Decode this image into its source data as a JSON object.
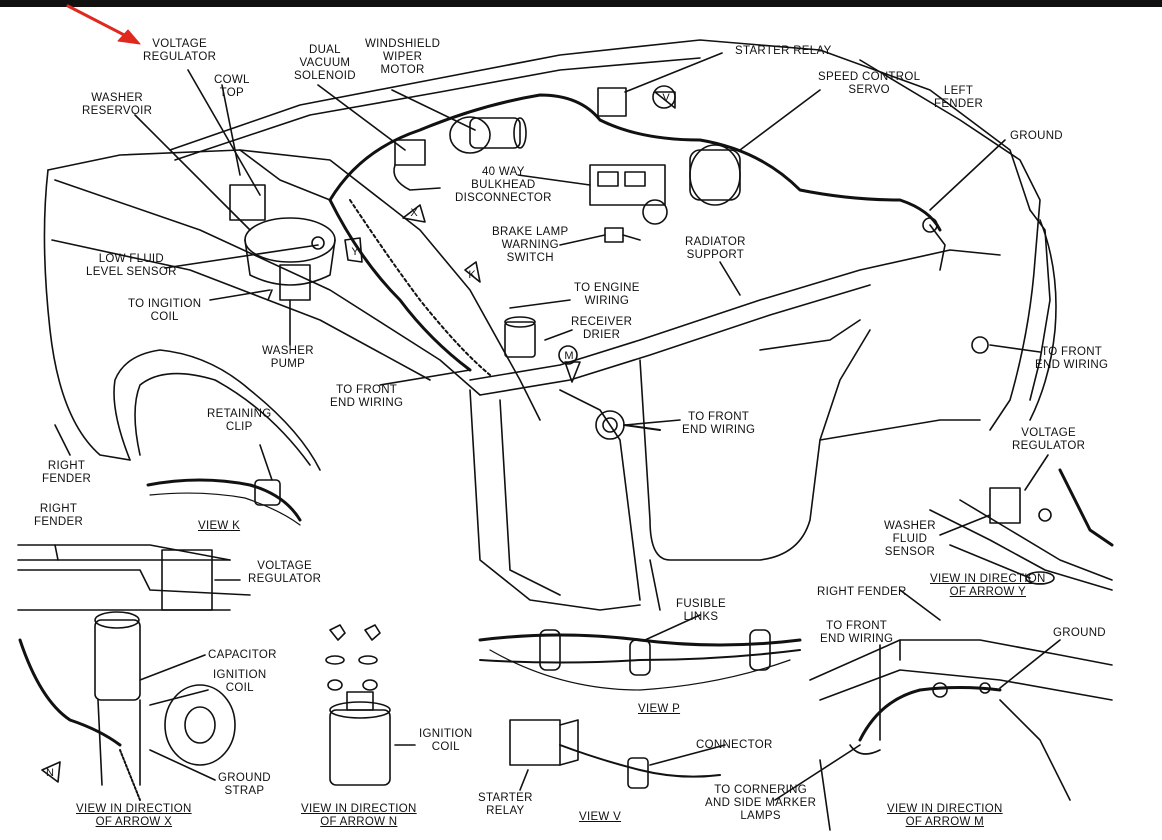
{
  "labels": {
    "voltage_regulator_top": [
      "VOLTAGE",
      "REGULATOR"
    ],
    "cowl_top": [
      "COWL",
      "TOP"
    ],
    "washer_reservoir": [
      "WASHER",
      "RESERVOIR"
    ],
    "dual_vacuum_solenoid": [
      "DUAL",
      "VACUUM",
      "SOLENOID"
    ],
    "windshield_wiper_motor": [
      "WINDSHIELD",
      "WIPER",
      "MOTOR"
    ],
    "starter_relay_top": [
      "STARTER RELAY"
    ],
    "speed_control_servo": [
      "SPEED CONTROL",
      "SERVO"
    ],
    "left_fender": [
      "LEFT",
      "FENDER"
    ],
    "ground_top": [
      "GROUND"
    ],
    "bulkhead_disconnector": [
      "40 WAY",
      "BULKHEAD",
      "DISCONNECTOR"
    ],
    "brake_lamp_switch": [
      "BRAKE LAMP",
      "WARNING",
      "SWITCH"
    ],
    "radiator_support": [
      "RADIATOR",
      "SUPPORT"
    ],
    "low_fluid_level_sensor": [
      "LOW FLUID",
      "LEVEL SENSOR"
    ],
    "to_ignition_coil": [
      "TO INGITION",
      "COIL"
    ],
    "to_engine_wiring": [
      "TO ENGINE",
      "WIRING"
    ],
    "receiver_drier": [
      "RECEIVER",
      "DRIER"
    ],
    "washer_pump": [
      "WASHER",
      "PUMP"
    ],
    "to_front_end_wiring_left": [
      "TO FRONT",
      "END WIRING"
    ],
    "to_front_end_wiring_center": [
      "TO FRONT",
      "END WIRING"
    ],
    "to_front_end_wiring_right": [
      "TO FRONT",
      "END WIRING"
    ],
    "retaining_clip": [
      "RETAINING",
      "CLIP"
    ],
    "right_fender_main": [
      "RIGHT",
      "FENDER"
    ],
    "right_fender_x": [
      "RIGHT",
      "FENDER"
    ],
    "voltage_regulator_x": [
      "VOLTAGE",
      "REGULATOR"
    ],
    "voltage_regulator_y": [
      "VOLTAGE",
      "REGULATOR"
    ],
    "washer_fluid_sensor": [
      "WASHER",
      "FLUID",
      "SENSOR"
    ],
    "capacitor": [
      "CAPACITOR"
    ],
    "ignition_coil_x": [
      "IGNITION",
      "COIL"
    ],
    "ground_strap": [
      "GROUND",
      "STRAP"
    ],
    "ignition_coil_n": [
      "IGNITION",
      "COIL"
    ],
    "fusible_links": [
      "FUSIBLE",
      "LINKS"
    ],
    "starter_relay_v": [
      "STARTER",
      "RELAY"
    ],
    "connector": [
      "CONNECTOR"
    ],
    "cornering_lamps": [
      "TO CORNERING",
      "AND SIDE MARKER",
      "LAMPS"
    ],
    "right_fender_m": [
      "RIGHT FENDER"
    ],
    "to_front_end_wiring_m": [
      "TO FRONT",
      "END WIRING"
    ],
    "ground_m": [
      "GROUND"
    ]
  },
  "views": {
    "view_k": [
      "VIEW K"
    ],
    "view_y": [
      "VIEW IN DIRECTION",
      "OF ARROW Y"
    ],
    "view_x": [
      "VIEW IN DIRECTION",
      "OF ARROW X"
    ],
    "view_n": [
      "VIEW IN DIRECTION",
      "OF ARROW N"
    ],
    "view_p": [
      "VIEW P"
    ],
    "view_v": [
      "VIEW V"
    ],
    "view_m": [
      "VIEW IN DIRECTION",
      "OF ARROW M"
    ]
  },
  "arrow_letters": {
    "x": "X",
    "y": "Y",
    "k": "K",
    "v": "V",
    "m": "M",
    "n": "N"
  },
  "colors": {
    "ink": "#111111",
    "annotation_arrow": "#e0281e",
    "background": "#ffffff"
  }
}
